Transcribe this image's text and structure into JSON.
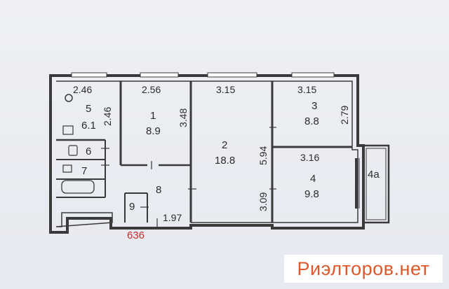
{
  "plan": {
    "code_label": "636",
    "watermark": "Риэлторов.нет",
    "rooms": [
      {
        "id": "r5",
        "num": "5",
        "area": "6.1"
      },
      {
        "id": "r1",
        "num": "1",
        "area": "8.9"
      },
      {
        "id": "r2",
        "num": "2",
        "area": "18.8"
      },
      {
        "id": "r3",
        "num": "3",
        "area": "8.8"
      },
      {
        "id": "r4",
        "num": "4",
        "area": "9.8"
      },
      {
        "id": "r4a",
        "num": "4a"
      },
      {
        "id": "r6",
        "num": "6"
      },
      {
        "id": "r7",
        "num": "7"
      },
      {
        "id": "r8",
        "num": "8"
      },
      {
        "id": "r9",
        "num": "9"
      }
    ],
    "dimensions": {
      "d_246_top": "2.46",
      "d_256": "2.56",
      "d_315_a": "3.15",
      "d_315_b": "3.15",
      "d_246_side": "2.46",
      "d_348": "3.48",
      "d_279": "2.79",
      "d_316": "3.16",
      "d_594": "5.94",
      "d_309": "3.09",
      "d_197": "1.97"
    }
  }
}
